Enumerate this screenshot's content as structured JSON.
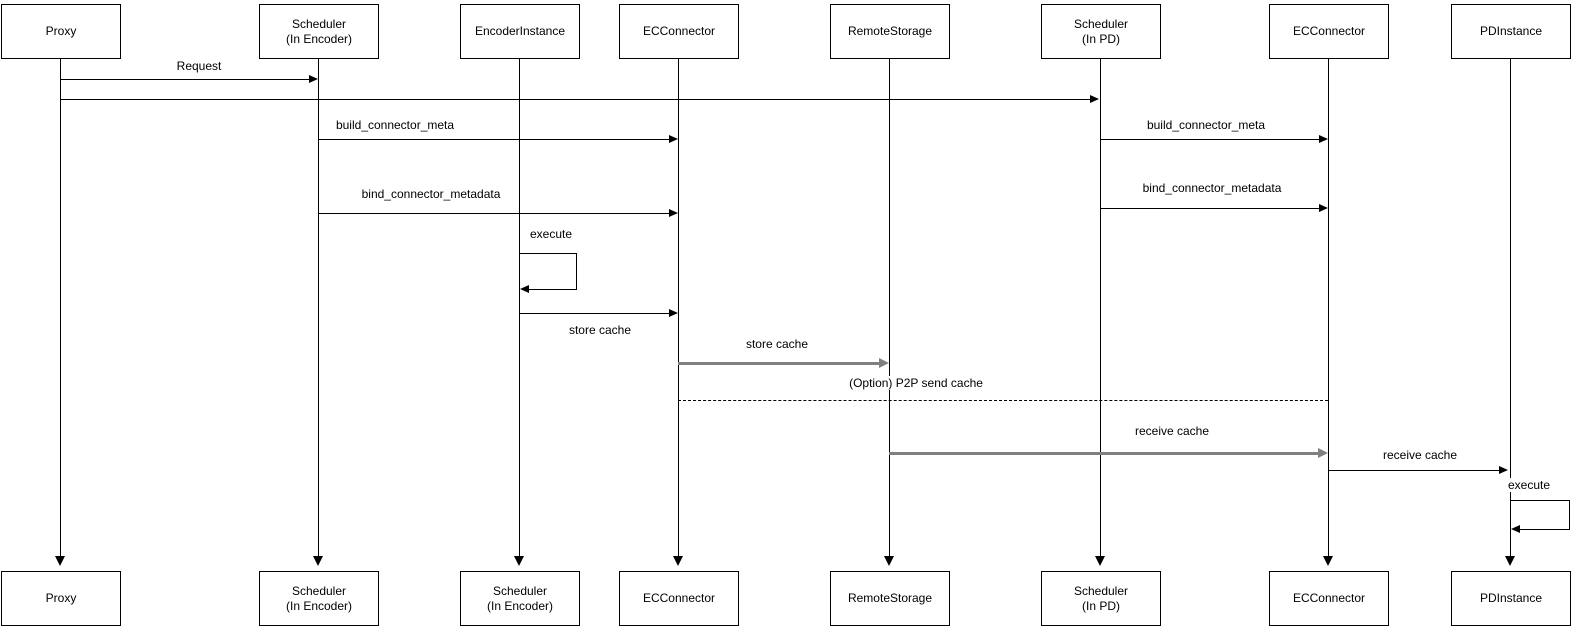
{
  "diagram": {
    "type": "sequence-diagram",
    "colors": {
      "background": "#ffffff",
      "line_black": "#000000",
      "line_gray": "#808080",
      "box_border": "#000000",
      "box_fill": "#ffffff"
    },
    "participants": [
      {
        "label": "Proxy"
      },
      {
        "label": "Scheduler\n(In Encoder)"
      },
      {
        "label": "EncoderInstance"
      },
      {
        "label": "ECConnector"
      },
      {
        "label": "RemoteStorage"
      },
      {
        "label": "Scheduler\n(In PD)"
      },
      {
        "label": "ECConnector"
      },
      {
        "label": "PDInstance"
      }
    ],
    "bottom_participants": [
      {
        "label": "Proxy"
      },
      {
        "label": "Scheduler\n(In Encoder)"
      },
      {
        "label": "Scheduler\n(In Encoder)"
      },
      {
        "label": "ECConnector"
      },
      {
        "label": "RemoteStorage"
      },
      {
        "label": "Scheduler\n(In PD)"
      },
      {
        "label": "ECConnector"
      },
      {
        "label": "PDInstance"
      }
    ],
    "messages": [
      {
        "label": "Request",
        "from": "Proxy",
        "to": "Scheduler (In Encoder)",
        "style": "solid-black"
      },
      {
        "label": "",
        "from": "Proxy",
        "to": "Scheduler (In PD)",
        "style": "solid-black"
      },
      {
        "label": "build_connector_meta",
        "from": "Scheduler (In Encoder)",
        "to": "ECConnector",
        "style": "solid-black"
      },
      {
        "label": "build_connector_meta",
        "from": "Scheduler (In PD)",
        "to": "ECConnector",
        "style": "solid-black"
      },
      {
        "label": "bind_connector_metadata",
        "from": "Scheduler (In Encoder)",
        "to": "ECConnector",
        "style": "solid-black"
      },
      {
        "label": "bind_connector_metadata",
        "from": "Scheduler (In PD)",
        "to": "ECConnector",
        "style": "solid-black"
      },
      {
        "label": "execute",
        "from": "EncoderInstance",
        "to": "EncoderInstance",
        "style": "self-loop"
      },
      {
        "label": "store cache",
        "from": "EncoderInstance",
        "to": "ECConnector",
        "style": "solid-black"
      },
      {
        "label": "store cache",
        "from": "ECConnector",
        "to": "RemoteStorage",
        "style": "solid-gray"
      },
      {
        "label": "(Option) P2P send cache",
        "from": "ECConnector",
        "to": "ECConnector",
        "style": "dashed-black"
      },
      {
        "label": "receive cache",
        "from": "RemoteStorage",
        "to": "ECConnector",
        "style": "solid-gray"
      },
      {
        "label": "receive cache",
        "from": "ECConnector",
        "to": "PDInstance",
        "style": "solid-black"
      },
      {
        "label": "execute",
        "from": "PDInstance",
        "to": "PDInstance",
        "style": "self-loop"
      }
    ]
  }
}
